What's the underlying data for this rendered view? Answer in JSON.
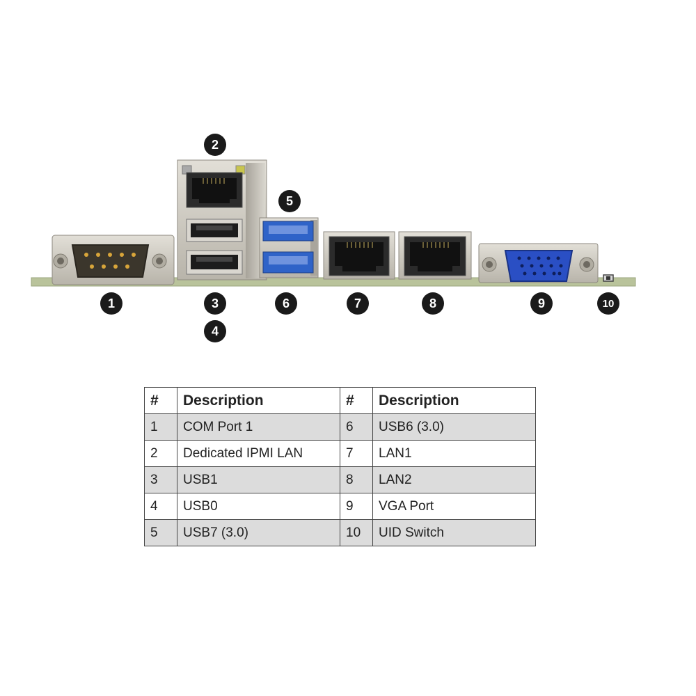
{
  "callouts": [
    "1",
    "2",
    "3",
    "4",
    "5",
    "6",
    "7",
    "8",
    "9",
    "10"
  ],
  "table": {
    "headers": [
      "#",
      "Description",
      "#",
      "Description"
    ],
    "rows": [
      {
        "n1": "1",
        "d1": "COM Port 1",
        "n2": "6",
        "d2": "USB6 (3.0)"
      },
      {
        "n1": "2",
        "d1": "Dedicated IPMI LAN",
        "n2": "7",
        "d2": "LAN1"
      },
      {
        "n1": "3",
        "d1": "USB1",
        "n2": "8",
        "d2": "LAN2"
      },
      {
        "n1": "4",
        "d1": "USB0",
        "n2": "9",
        "d2": "VGA Port"
      },
      {
        "n1": "5",
        "d1": "USB7 (3.0)",
        "n2": "10",
        "d2": "UID Switch"
      }
    ]
  },
  "colors": {
    "board": "#b9c39b",
    "metal": "#c9c5bb",
    "usb3_blue": "#2f63c8",
    "vga_blue": "#2a4fc4",
    "callout": "#1a1a1a",
    "row_shade": "#dcdcdc"
  }
}
